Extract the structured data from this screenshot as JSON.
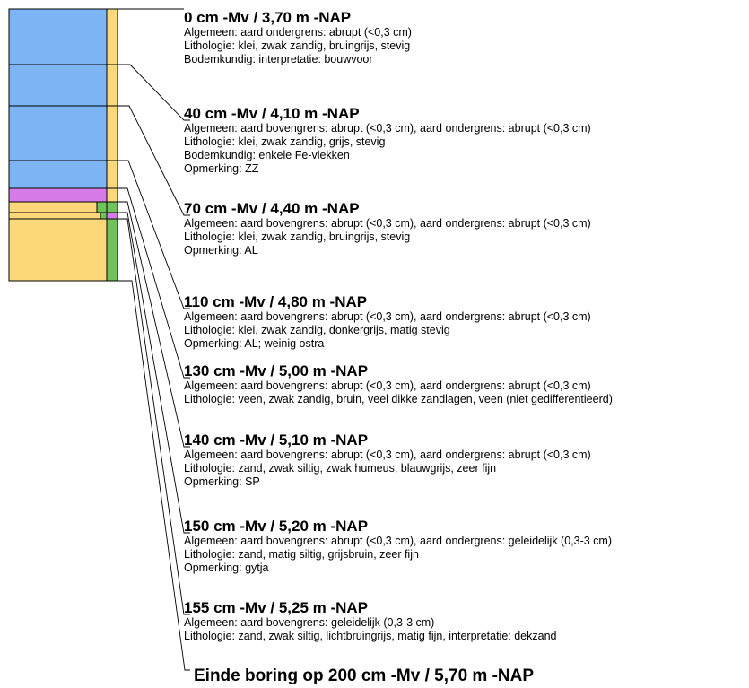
{
  "colors": {
    "klei": "#7db5f4",
    "veen": "#d77be8",
    "zand": "#fcd87a",
    "humeus": "#6fc35a",
    "outline": "#000000"
  },
  "layers": [
    {
      "title": "0 cm -Mv / 3,70 m -NAP",
      "lines": [
        "Algemeen: aard ondergrens: abrupt (<0,3 cm)",
        "Lithologie: klei, zwak zandig, bruingrijs, stevig",
        "Bodemkundig: interpretatie: bouwvoor"
      ]
    },
    {
      "title": "40 cm -Mv / 4,10 m -NAP",
      "lines": [
        "Algemeen: aard bovengrens: abrupt (<0,3 cm), aard ondergrens: abrupt (<0,3 cm)",
        "Lithologie: klei, zwak zandig, grijs, stevig",
        "Bodemkundig: enkele Fe-vlekken",
        "Opmerking: ZZ"
      ]
    },
    {
      "title": "70 cm -Mv / 4,40 m -NAP",
      "lines": [
        "Algemeen: aard bovengrens: abrupt (<0,3 cm), aard ondergrens: abrupt (<0,3 cm)",
        "Lithologie: klei, zwak zandig, bruingrijs, stevig",
        "Opmerking: AL"
      ]
    },
    {
      "title": "110 cm -Mv / 4,80 m -NAP",
      "lines": [
        "Algemeen: aard bovengrens: abrupt (<0,3 cm), aard ondergrens: abrupt (<0,3 cm)",
        "Lithologie: klei, zwak zandig, donkergrijs, matig stevig",
        "Opmerking: AL; weinig ostra"
      ]
    },
    {
      "title": "130 cm -Mv / 5,00 m -NAP",
      "lines": [
        "Algemeen: aard bovengrens: abrupt (<0,3 cm), aard ondergrens: abrupt (<0,3 cm)",
        "Lithologie: veen, zwak zandig, bruin, veel dikke zandlagen, veen (niet gedifferentieerd)"
      ]
    },
    {
      "title": "140 cm -Mv / 5,10 m -NAP",
      "lines": [
        "Algemeen: aard bovengrens: abrupt (<0,3 cm), aard ondergrens: abrupt (<0,3 cm)",
        "Lithologie: zand, zwak siltig, zwak humeus, blauwgrijs, zeer fijn",
        "Opmerking: SP"
      ]
    },
    {
      "title": "150 cm -Mv / 5,20 m -NAP",
      "lines": [
        "Algemeen: aard bovengrens: abrupt (<0,3 cm), aard ondergrens: geleidelijk (0,3-3 cm)",
        "Lithologie: zand, matig siltig, grijsbruin, zeer fijn",
        "Opmerking: gytja"
      ]
    },
    {
      "title": "155 cm -Mv / 5,25 m -NAP",
      "lines": [
        "Algemeen: aard bovengrens: geleidelijk (0,3-3 cm)",
        "Lithologie: zand, zwak siltig, lichtbruingrijs, matig fijn, interpretatie: dekzand"
      ]
    }
  ],
  "end": {
    "label": "Einde boring op 200 cm -Mv / 5,70 m -NAP"
  }
}
